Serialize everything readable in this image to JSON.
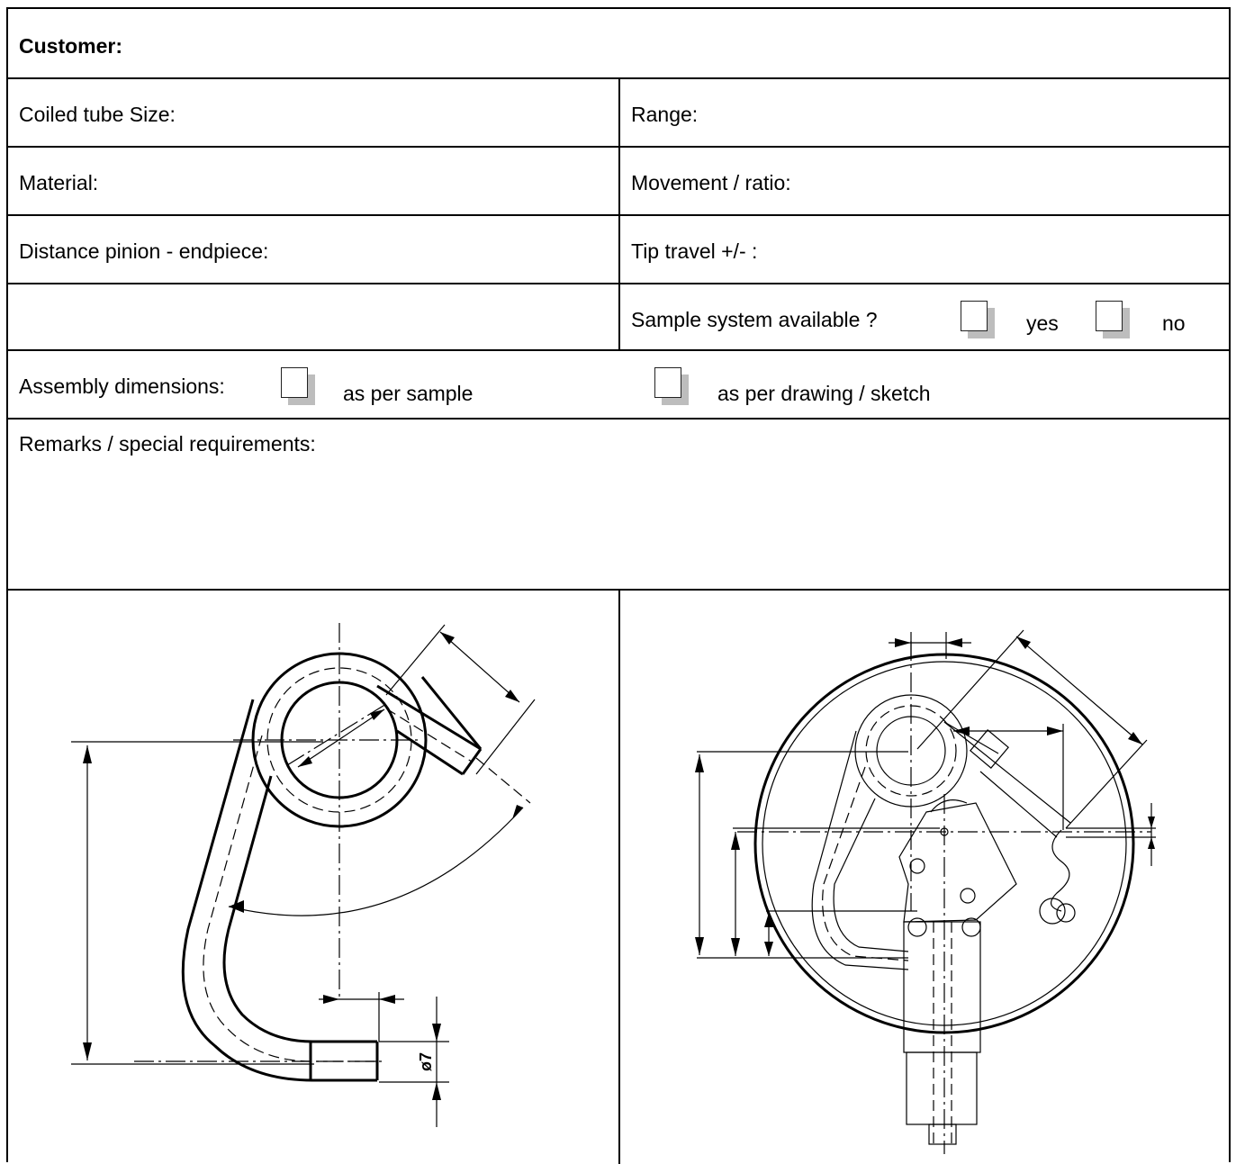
{
  "form": {
    "customer_label": "Customer:",
    "coiled_tube_size_label": "Coiled tube Size:",
    "range_label": "Range:",
    "material_label": "Material:",
    "movement_ratio_label": "Movement / ratio:",
    "distance_label": "Distance pinion - endpiece:",
    "tip_travel_label": "Tip travel +/- :",
    "sample_system_label": "Sample system available ?",
    "yes_label": "yes",
    "no_label": "no",
    "assembly_label": "Assembly dimensions:",
    "as_per_sample_label": "as per sample",
    "as_per_drawing_label": "as per drawing / sketch",
    "remarks_label": "Remarks / special requirements:"
  },
  "drawing": {
    "diameter_label": "ø7"
  },
  "checkboxes": {
    "sample_yes": false,
    "sample_no": false,
    "as_per_sample": false,
    "as_per_drawing": false
  }
}
